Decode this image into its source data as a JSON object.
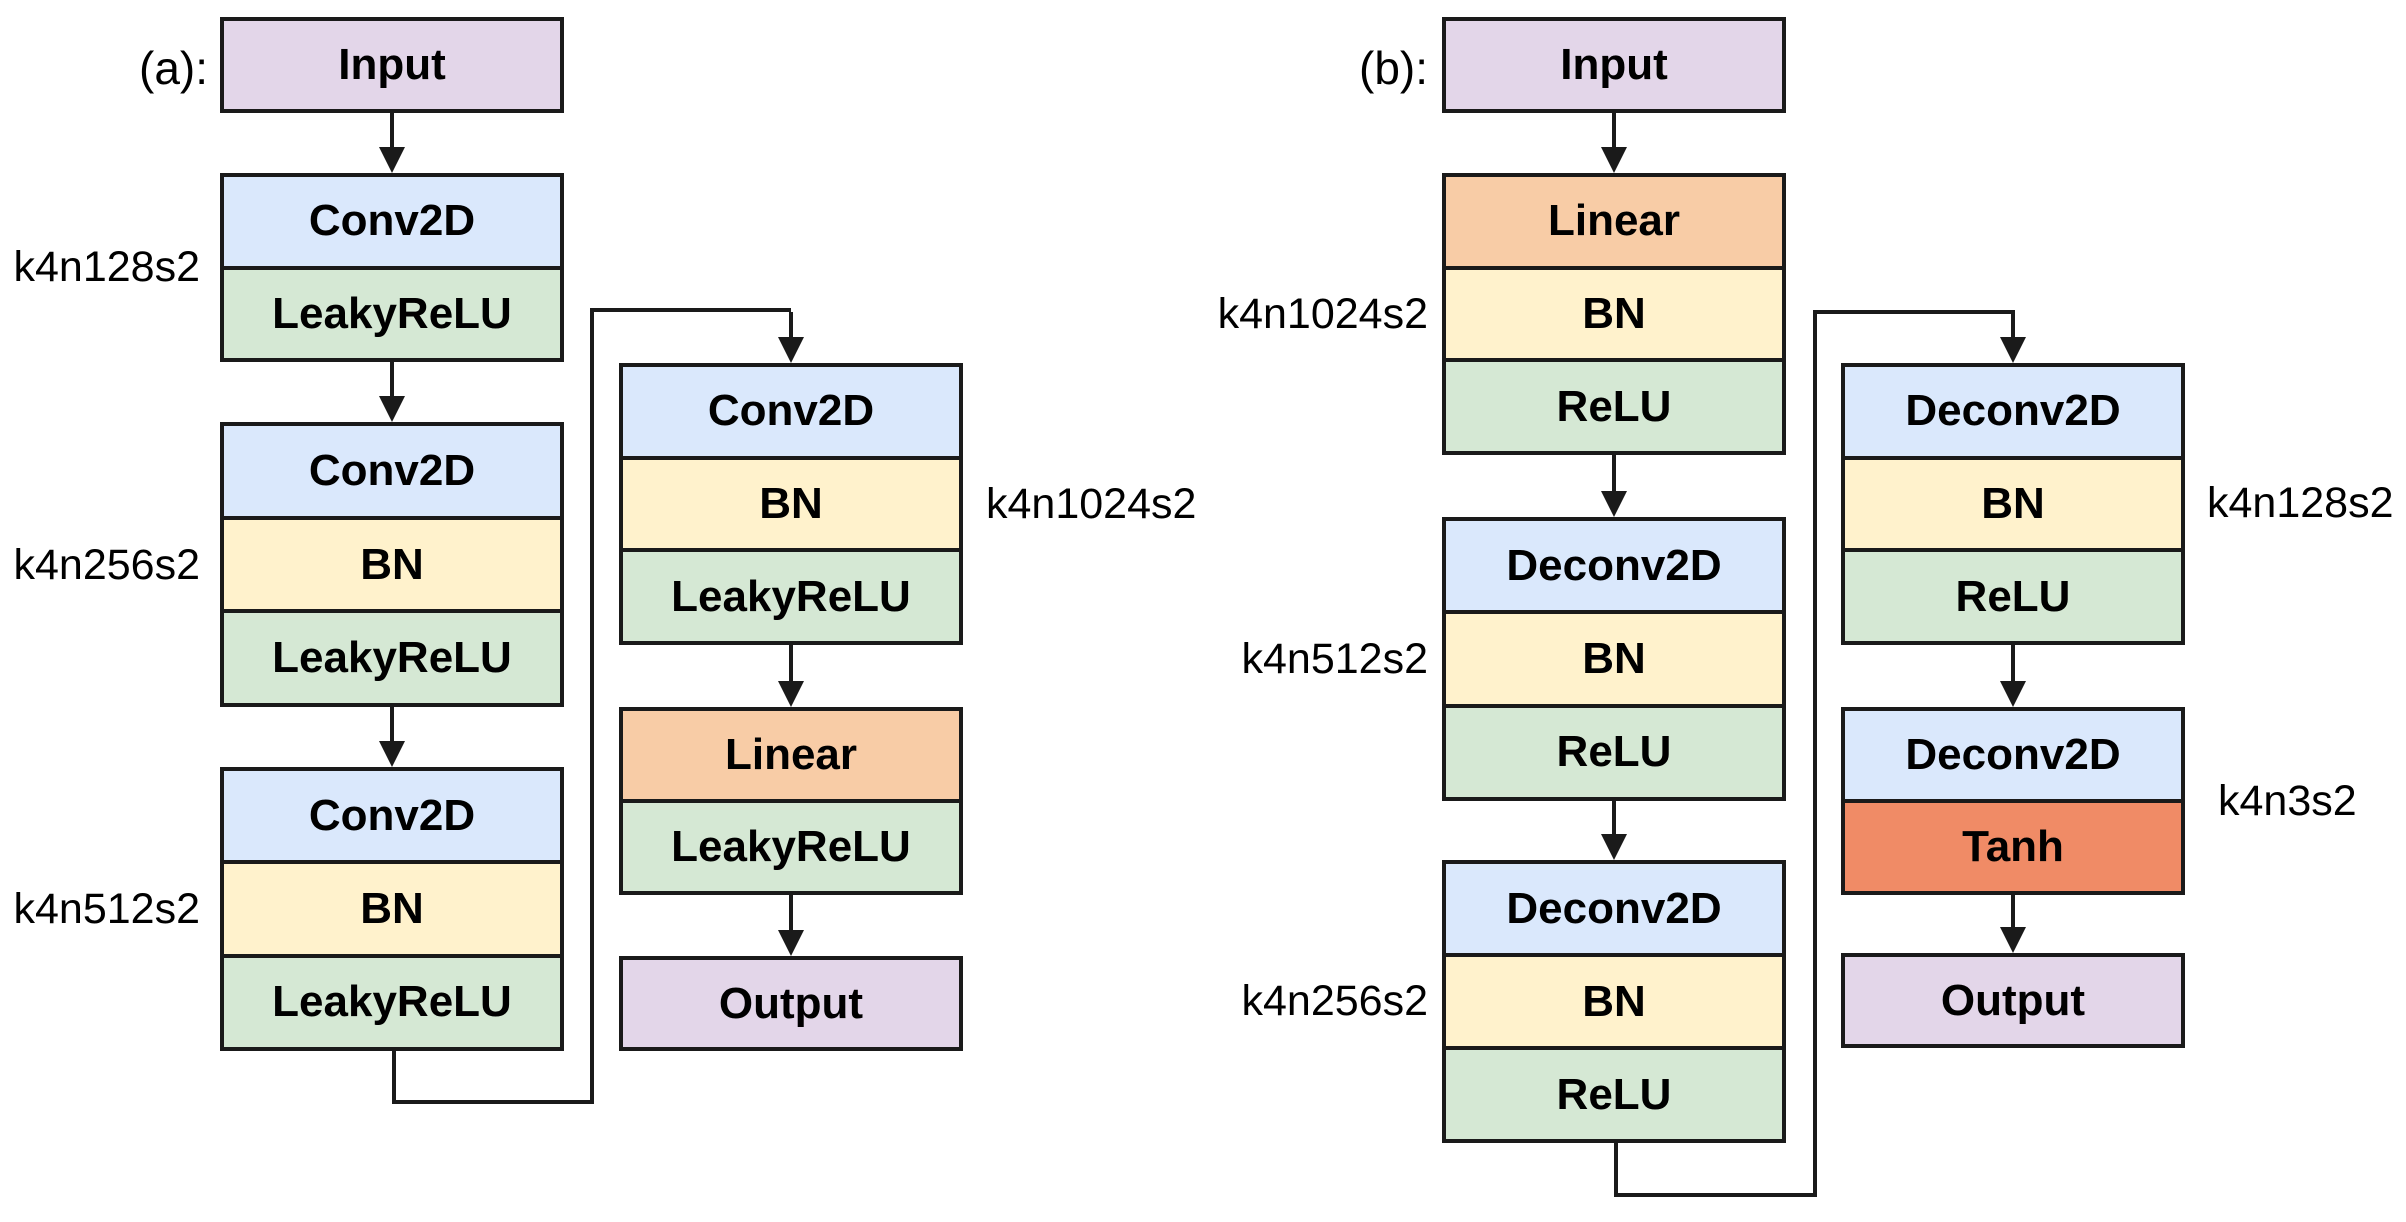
{
  "colors": {
    "background": "#FFFFFF",
    "box_border": "#1A1A1A",
    "io_fill": "#E3D6E9",
    "conv_fill": "#DAE8FC",
    "bn_fill": "#FFF2CC",
    "relu_fill": "#D5E8D4",
    "linear_fill": "#F8CCA6",
    "tanh_fill": "#F08B66",
    "text": "#000000"
  },
  "panel_a": {
    "label": "(a):",
    "input": "Input",
    "output": "Output",
    "blocks": {
      "b1": [
        "Conv2D",
        "LeakyReLU"
      ],
      "b2": [
        "Conv2D",
        "BN",
        "LeakyReLU"
      ],
      "b3": [
        "Conv2D",
        "BN",
        "LeakyReLU"
      ],
      "b4": [
        "Conv2D",
        "BN",
        "LeakyReLU"
      ],
      "b5": [
        "Linear",
        "LeakyReLU"
      ]
    },
    "side_labels": {
      "s1": "k4n128s2",
      "s2": "k4n256s2",
      "s3": "k4n512s2",
      "s4": "k4n1024s2"
    }
  },
  "panel_b": {
    "label": "(b):",
    "input": "Input",
    "output": "Output",
    "blocks": {
      "b1": [
        "Linear",
        "BN",
        "ReLU"
      ],
      "b2": [
        "Deconv2D",
        "BN",
        "ReLU"
      ],
      "b3": [
        "Deconv2D",
        "BN",
        "ReLU"
      ],
      "b4": [
        "Deconv2D",
        "BN",
        "ReLU"
      ],
      "b5": [
        "Deconv2D",
        "Tanh"
      ]
    },
    "side_labels": {
      "s1": "k4n1024s2",
      "s2": "k4n512s2",
      "s3": "k4n256s2",
      "s4": "k4n128s2",
      "s5": "k4n3s2"
    }
  }
}
